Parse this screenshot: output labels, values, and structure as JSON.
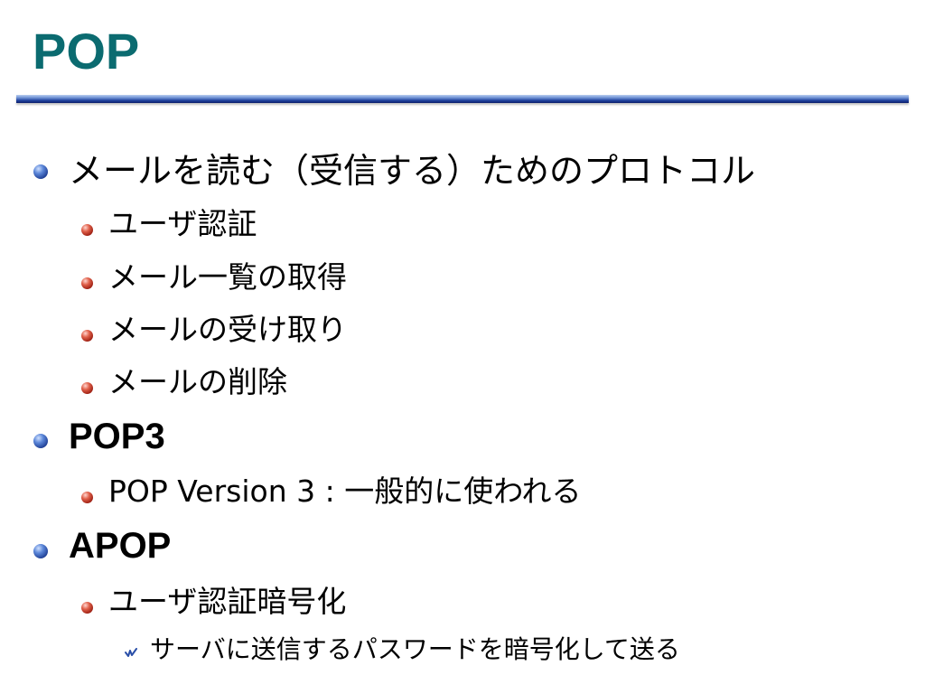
{
  "slide": {
    "title": "POP",
    "items": [
      {
        "level": 1,
        "text": "メールを読む（受信する）ためのプロトコル"
      },
      {
        "level": 2,
        "text": "ユーザ認証"
      },
      {
        "level": 2,
        "text": "メール一覧の取得"
      },
      {
        "level": 2,
        "text": "メールの受け取り"
      },
      {
        "level": 2,
        "text": "メールの削除"
      },
      {
        "level": 1,
        "text": "POP3"
      },
      {
        "level": 2,
        "text": "POP Version 3 : 一般的に使われる"
      },
      {
        "level": 1,
        "text": "APOP"
      },
      {
        "level": 2,
        "text": "ユーザ認証暗号化"
      },
      {
        "level": 3,
        "text": "サーバに送信するパスワードを暗号化して送る"
      }
    ]
  },
  "colors": {
    "title": "#0b6b70",
    "rule": "#1e3f9c",
    "bullet_level1": "#2a4fa8",
    "bullet_level2": "#b0281a",
    "bullet_level3": "#2a4fa8"
  },
  "icons": {
    "bullet_level1": "blue-sphere-bullet-icon",
    "bullet_level2": "red-sphere-bullet-icon",
    "bullet_level3": "blue-check-bullet-icon"
  }
}
